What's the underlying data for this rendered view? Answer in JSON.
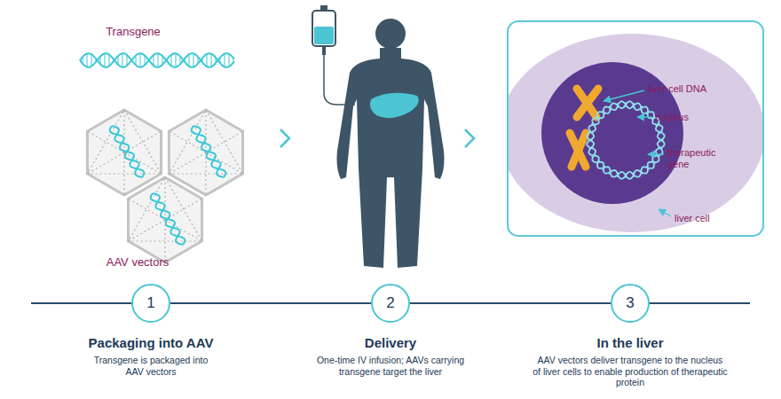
{
  "diagram": {
    "nodes": [
      {
        "text": [
          "1",
          "Packaging into AAV",
          "Transgene is packaged into AAV vectors"
        ]
      },
      {
        "text": [
          "2",
          "Delivery",
          "One-time IV infusion; AAVs carrying transgene target the liver"
        ]
      },
      {
        "text": [
          "3",
          "In the liver",
          "AAV vectors deliver transgene to the nucleus of liver cells to enable production of therapeutic protein"
        ]
      }
    ],
    "edges": [
      {
        "from": 0,
        "to": 1,
        "arrow": "none"
      },
      {
        "from": 1,
        "to": 2,
        "arrow": "none"
      }
    ],
    "labels": [
      "Transgene",
      "AAV vectors",
      "liver cell DNA",
      "nucleus",
      "therapeutic gene",
      "liver cell"
    ]
  }
}
